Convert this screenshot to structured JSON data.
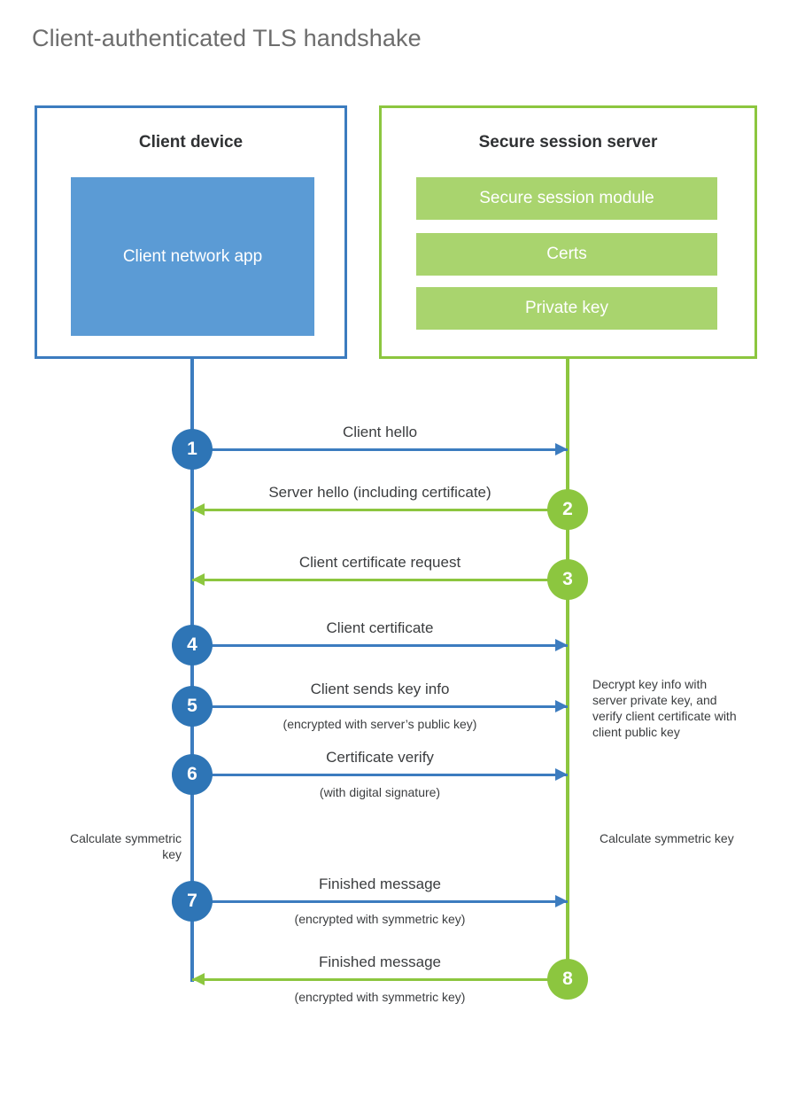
{
  "title": "Client-authenticated TLS handshake",
  "actors": {
    "client": {
      "title": "Client device",
      "app_label": "Client network app"
    },
    "server": {
      "title": "Secure session server",
      "items": [
        {
          "label": "Secure session module"
        },
        {
          "label": "Certs"
        },
        {
          "label": "Private key"
        }
      ]
    }
  },
  "colors": {
    "client_blue": "#3C7CBF",
    "client_app_fill": "#5B9BD5",
    "client_circle": "#2E75B6",
    "server_green": "#8CC63F",
    "server_item_fill": "#A9D46E",
    "title_gray": "#6d6d6d",
    "text_dark": "#3b3d3f",
    "background": "#ffffff"
  },
  "steps": [
    {
      "number": "1",
      "label": "Client hello",
      "sublabel": "",
      "direction": "client-to-server",
      "color": "blue"
    },
    {
      "number": "2",
      "label": "Server hello (including certificate)",
      "sublabel": "",
      "direction": "server-to-client",
      "color": "green"
    },
    {
      "number": "3",
      "label": "Client certificate request",
      "sublabel": "",
      "direction": "server-to-client",
      "color": "green"
    },
    {
      "number": "4",
      "label": "Client certificate",
      "sublabel": "",
      "direction": "client-to-server",
      "color": "blue"
    },
    {
      "number": "5",
      "label": "Client sends key info",
      "sublabel": "(encrypted with server’s public key)",
      "direction": "client-to-server",
      "color": "blue"
    },
    {
      "number": "6",
      "label": "Certificate verify",
      "sublabel": "(with digital signature)",
      "direction": "client-to-server",
      "color": "blue"
    },
    {
      "number": "7",
      "label": "Finished message",
      "sublabel": "(encrypted with symmetric key)",
      "direction": "client-to-server",
      "color": "blue"
    },
    {
      "number": "8",
      "label": "Finished message",
      "sublabel": "(encrypted with symmetric key)",
      "direction": "server-to-client",
      "color": "green"
    }
  ],
  "notes": {
    "server_decrypt": "Decrypt key info with server private key, and verify client certificate with client public key",
    "client_calculate": "Calculate symmetric key",
    "server_calculate": "Calculate symmetric key"
  }
}
